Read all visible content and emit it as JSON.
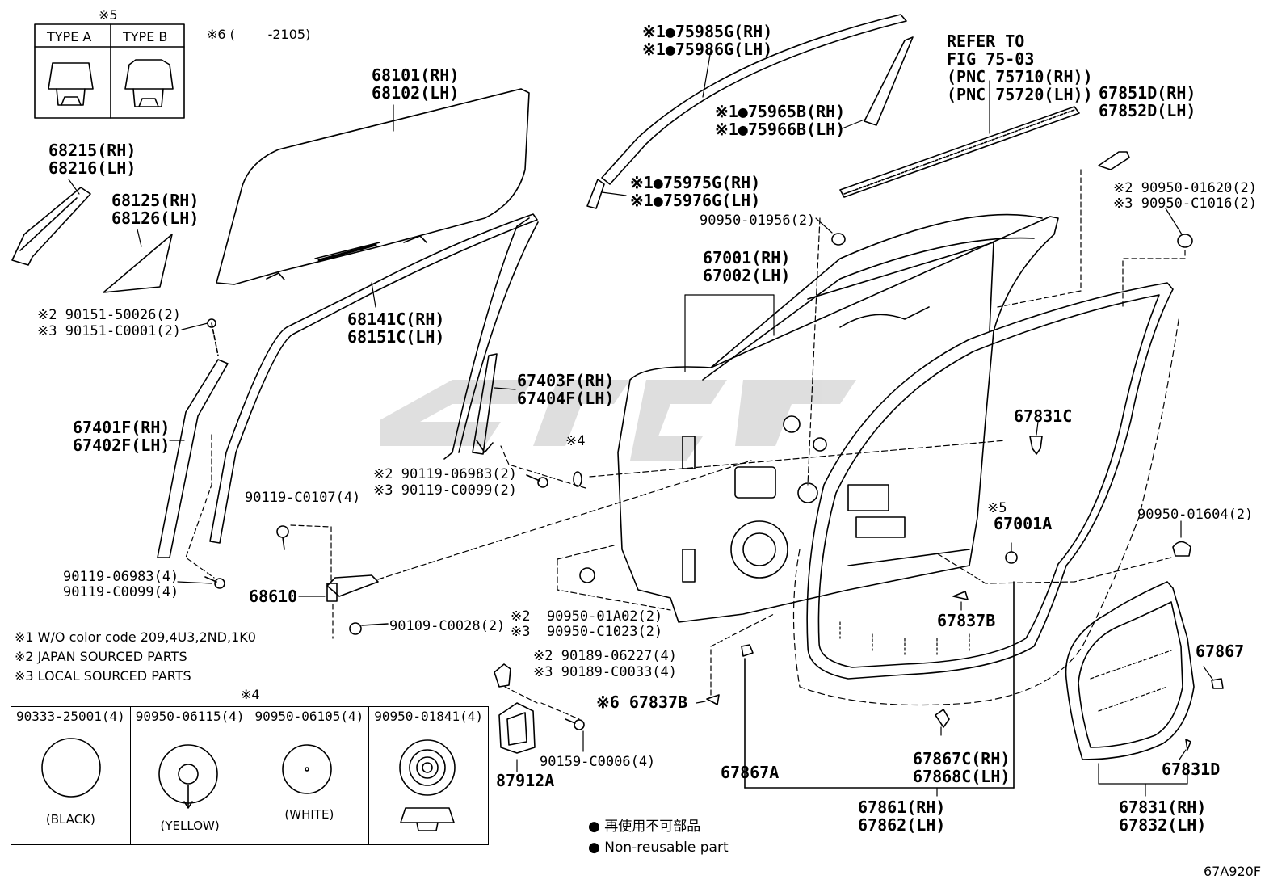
{
  "markers": {
    "x1": "※1",
    "x2": "※2",
    "x3": "※3",
    "x4": "※4",
    "x5": "※5",
    "x6": "※6",
    "dot": "●"
  },
  "type_box": {
    "heading": "※5",
    "type_a": "TYPE A",
    "type_b": "TYPE B"
  },
  "note_x6": "※6 (        -2105)",
  "labels": {
    "p68101": "68101(RH)",
    "p68102": "68102(LH)",
    "p68215": "68215(RH)",
    "p68216": "68216(LH)",
    "p68125": "68125(RH)",
    "p68126": "68126(LH)",
    "p75985g": "※1●75985G(RH)",
    "p75986g": "※1●75986G(LH)",
    "p75965b": "※1●75965B(RH)",
    "p75966b": "※1●75966B(LH)",
    "p75975g": "※1●75975G(RH)",
    "p75976g": "※1●75976G(LH)",
    "refer1": "REFER TO",
    "refer2": "FIG 75-03",
    "refer3": "(PNC 75710(RH))",
    "refer4": "(PNC 75720(LH))",
    "p67851d": "67851D(RH)",
    "p67852d": "67852D(LH)",
    "p90950_01620": "※2 90950-01620(2)",
    "p90950_c1016": "※3 90950-C1016(2)",
    "p90950_01956": "90950-01956(2)",
    "p67001": "67001(RH)",
    "p67002": "67002(LH)",
    "p90151_50026": "※2 90151-50026(2)",
    "p90151_c0001": "※3 90151-C0001(2)",
    "p68141c": "68141C(RH)",
    "p68151c": "68151C(LH)",
    "p67403f": "67403F(RH)",
    "p67404f": "67404F(LH)",
    "p67401f": "67401F(RH)",
    "p67402f": "67402F(LH)",
    "p67831c": "67831C",
    "p90119_06983_a": "※2 90119-06983(2)",
    "p90119_c0099_a": "※3 90119-C0099(2)",
    "x4_tag": "※4",
    "p90119_c0107": "90119-C0107(4)",
    "x5_tag": "※5",
    "p67001a": "67001A",
    "p90950_01604": "90950-01604(2)",
    "p68610": "68610",
    "p90119_06983_b": "90119-06983(4)",
    "p90119_c0099_b": "90119-C0099(4)",
    "p90950_01a02": "※2  90950-01A02(2)",
    "p90950_c1023": "※3  90950-C1023(2)",
    "p90109_c0028": "90109-C0028(2)",
    "p67837b_a": "67837B",
    "p67867": "67867",
    "p90189_06227": "※2 90189-06227(4)",
    "p90189_c0033": "※3 90189-C0033(4)",
    "p67837b_b": "※6 67837B",
    "p90159_c0006": "90159-C0006(4)",
    "p87912a": "87912A",
    "p67867a": "67867A",
    "p67867c": "67867C(RH)",
    "p67868c": "67868C(LH)",
    "p67831d": "67831D",
    "p67861": "67861(RH)",
    "p67862": "67862(LH)",
    "p67831": "67831(RH)",
    "p67832": "67832(LH)"
  },
  "notes": [
    "※1 W/O color code 209,4U3,2ND,1K0",
    "※2 JAPAN SOURCED PARTS",
    "※3 LOCAL SOURCED PARTS"
  ],
  "plug_table": {
    "heading": "※4",
    "columns": [
      {
        "part": "90333-25001(4)",
        "caption": "(BLACK)"
      },
      {
        "part": "90950-06115(4)",
        "caption": "(YELLOW)"
      },
      {
        "part": "90950-06105(4)",
        "caption": "(WHITE)"
      },
      {
        "part": "90950-01841(4)",
        "caption": ""
      }
    ]
  },
  "legend": [
    "● 再使用不可部品",
    "● Non-reusable part"
  ],
  "figure_code": "67A920F",
  "colors": {
    "line": "#000000",
    "watermark": "#d8d8d8"
  }
}
